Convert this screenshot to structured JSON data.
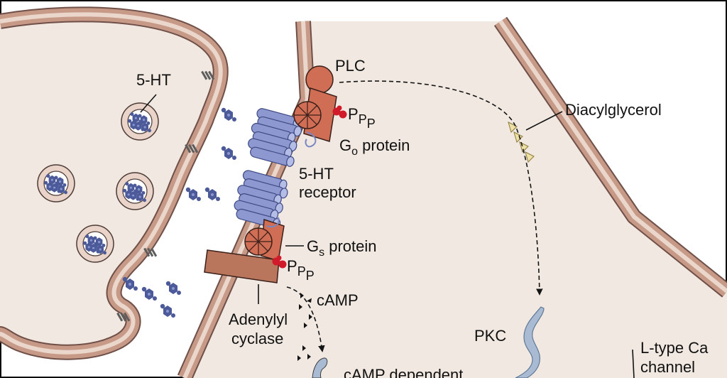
{
  "colors": {
    "cytoplasm": "#f1e8e1",
    "membrane": "#c79a88",
    "membrane_inner": "#ebd6cb",
    "protein": "#cf6e55",
    "receptor": "#8c98cf",
    "serotonin": "#4c5a9a",
    "phosphate": "#d11a2a",
    "dag": "#efe1a6",
    "pkc": "#a9bbd2"
  },
  "labels": {
    "serotonin": "5-HT",
    "plc": "PLC",
    "go_g": "G",
    "go_sub": "o",
    "go_rest": " protein",
    "receptor_line1": "5-HT",
    "receptor_line2": "receptor",
    "gs_g": "G",
    "gs_sub": "s",
    "gs_rest": "  protein",
    "phosphate_p": "P",
    "adenylyl_line1": "Adenylyl",
    "adenylyl_line2": "cyclase",
    "camp": "cAMP",
    "camp_dependent": "cAMP dependent",
    "diacylglycerol": "Diacylglycerol",
    "pkc": "PKC",
    "ltype_line1": "L-type Ca",
    "ltype_line2": "channel"
  },
  "icons": [
    "serotonin-molecule-icon",
    "vesicle-icon",
    "receptor-icon",
    "g-protein-icon",
    "phosphate-icon"
  ]
}
